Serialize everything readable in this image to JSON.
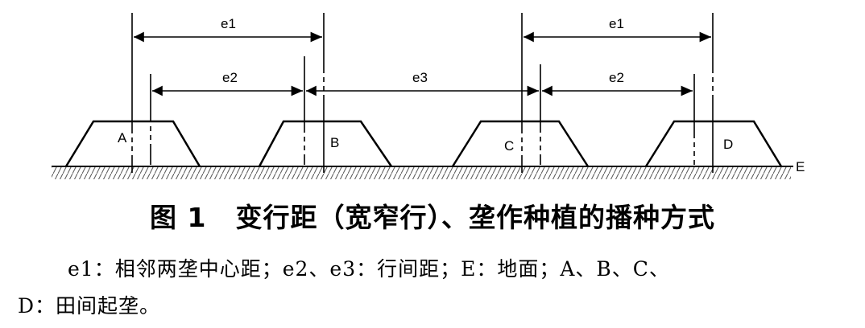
{
  "diagram": {
    "labels": {
      "e1_left": "e1",
      "e1_right": "e1",
      "e2_left": "e2",
      "e2_right": "e2",
      "e3": "e3",
      "ridge_a": "A",
      "ridge_b": "B",
      "ridge_c": "C",
      "ridge_d": "D",
      "ground": "E"
    }
  },
  "caption": {
    "number": "图 1",
    "title": "变行距（宽窄行）、垄作种植的播种方式"
  },
  "legend": {
    "line1": "e1：相邻两垄中心距；e2、e3：行间距；E：地面；A、B、C、",
    "line2": "D：田间起垄。"
  }
}
